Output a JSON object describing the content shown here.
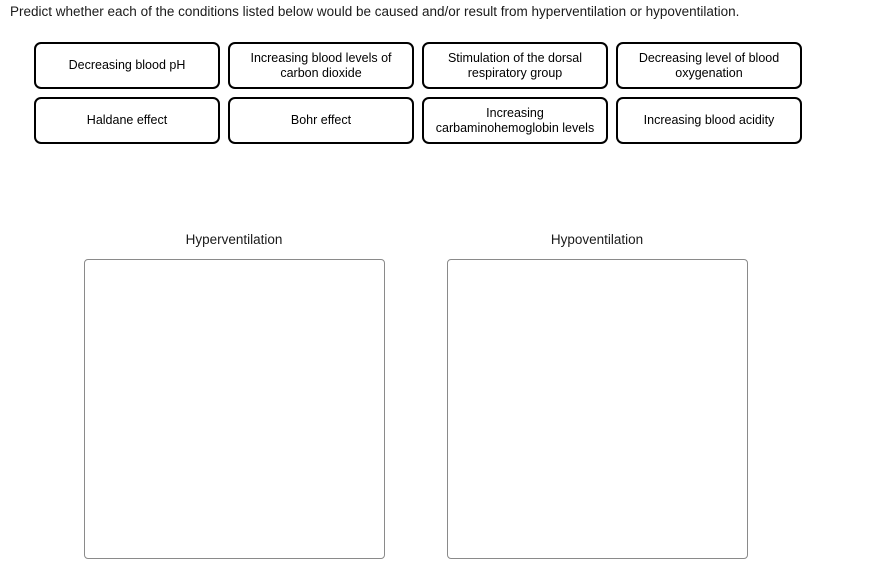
{
  "question": {
    "prompt": "Predict whether each of the conditions listed below would be caused and/or result from hyperventilation or hypoventilation."
  },
  "options": [
    {
      "id": "opt-decreasing-blood-ph",
      "label": "Decreasing blood pH"
    },
    {
      "id": "opt-increasing-blood-co2",
      "label": "Increasing blood levels of carbon dioxide"
    },
    {
      "id": "opt-stimulation-dorsal-respiratory-group",
      "label": "Stimulation of the dorsal respiratory group"
    },
    {
      "id": "opt-decreasing-blood-oxygenation",
      "label": "Decreasing level of blood oxygenation"
    },
    {
      "id": "opt-haldane-effect",
      "label": "Haldane effect"
    },
    {
      "id": "opt-bohr-effect",
      "label": "Bohr effect"
    },
    {
      "id": "opt-increasing-carbaminohemoglobin",
      "label": "Increasing carbaminohemoglobin levels"
    },
    {
      "id": "opt-increasing-blood-acidity",
      "label": "Increasing blood acidity"
    }
  ],
  "dropzones": [
    {
      "id": "dz-hyperventilation",
      "label": "Hyperventilation",
      "items": []
    },
    {
      "id": "dz-hypoventilation",
      "label": "Hypoventilation",
      "items": []
    }
  ],
  "colors": {
    "tile_border": "#000000",
    "dropzone_border": "#8a8a8a",
    "text": "#1a1a1a",
    "background": "#ffffff"
  }
}
